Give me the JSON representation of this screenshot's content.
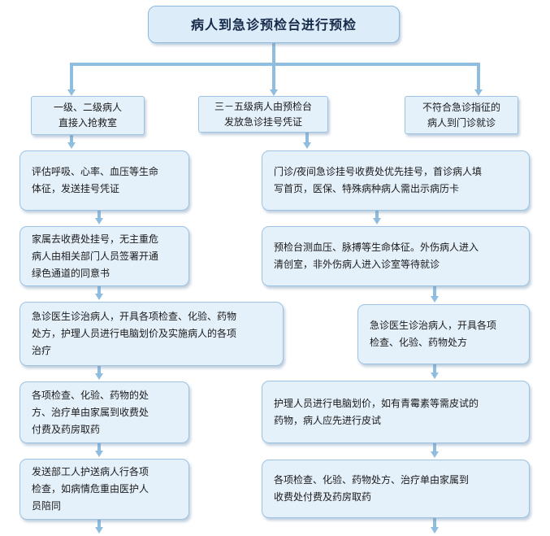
{
  "title": "病人到急诊预检台进行预检",
  "branches": {
    "left": "一级、二级病人\n直接入抢救室",
    "middle": "三－五级病人由预检台\n发放急诊挂号凭证",
    "right": "不符合急诊指征的\n病人到门诊就诊"
  },
  "left_steps": [
    "评估呼吸、心率、血压等生命\n体征，发送挂号凭证",
    "家属去收费处挂号，无主重危\n病人由相关部门人员签署开通\n绿色通道的同意书",
    "急诊医生诊治病人，开具各项检查、化验、药物\n处方，护理人员进行电脑划价及实施病人的各项\n治疗",
    "各项检查、化验、药物的处\n方、治疗单由家属到收费处\n付费及药房取药",
    "发送部工人护送病人行各项\n检查，如病情危重由医护人\n员陪同"
  ],
  "right_steps": [
    "门诊/夜间急诊挂号收费处优先挂号，首诊病人填\n写首页，医保、特殊病种病人需出示病历卡",
    "预检台测血压、脉搏等生命体征。外伤病人进入\n清创室，非外伤病人进入诊室等待就诊",
    "急诊医生诊治病人，开具各项\n检查、化验、药物处方",
    "护理人员进行电脑划价，如有青霉素等需皮试的\n药物，病人应先进行皮试",
    "各项检查、化验、药物处方、治疗单由家属到\n收费处付费及药房取药"
  ]
}
